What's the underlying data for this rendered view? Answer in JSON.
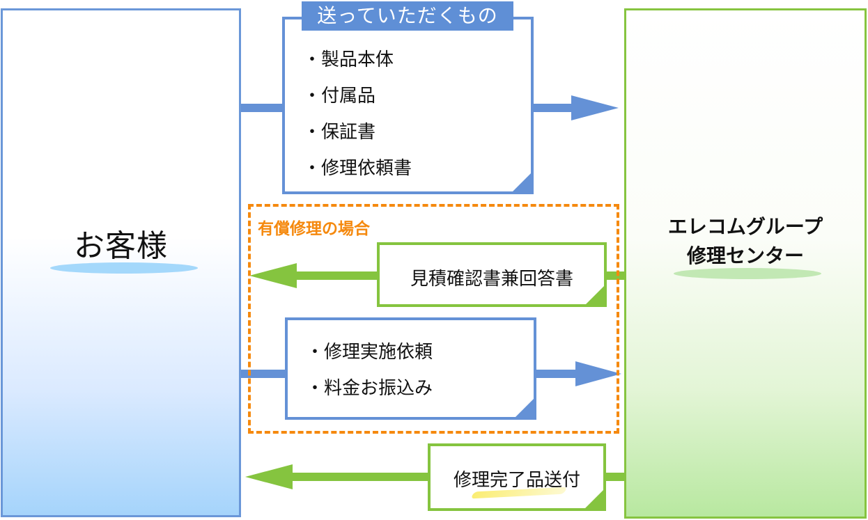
{
  "customer": {
    "title": "お客様"
  },
  "repair_center": {
    "title_line1": "エレコムグループ",
    "title_line2": "修理センター"
  },
  "items_to_send": {
    "label": "送っていただくもの",
    "items": [
      "・製品本体",
      "・付属品",
      "・保証書",
      "・修理依頼書"
    ]
  },
  "paid_repair": {
    "label": "有償修理の場合",
    "estimate": "見積確認書兼回答書",
    "request_items": [
      "・修理実施依頼",
      "・料金お振込み"
    ]
  },
  "return": {
    "label": "修理完了品送付"
  },
  "colors": {
    "customer_blue": "#6491d6",
    "center_green": "#85c43f",
    "paid_orange": "#f5890e"
  }
}
